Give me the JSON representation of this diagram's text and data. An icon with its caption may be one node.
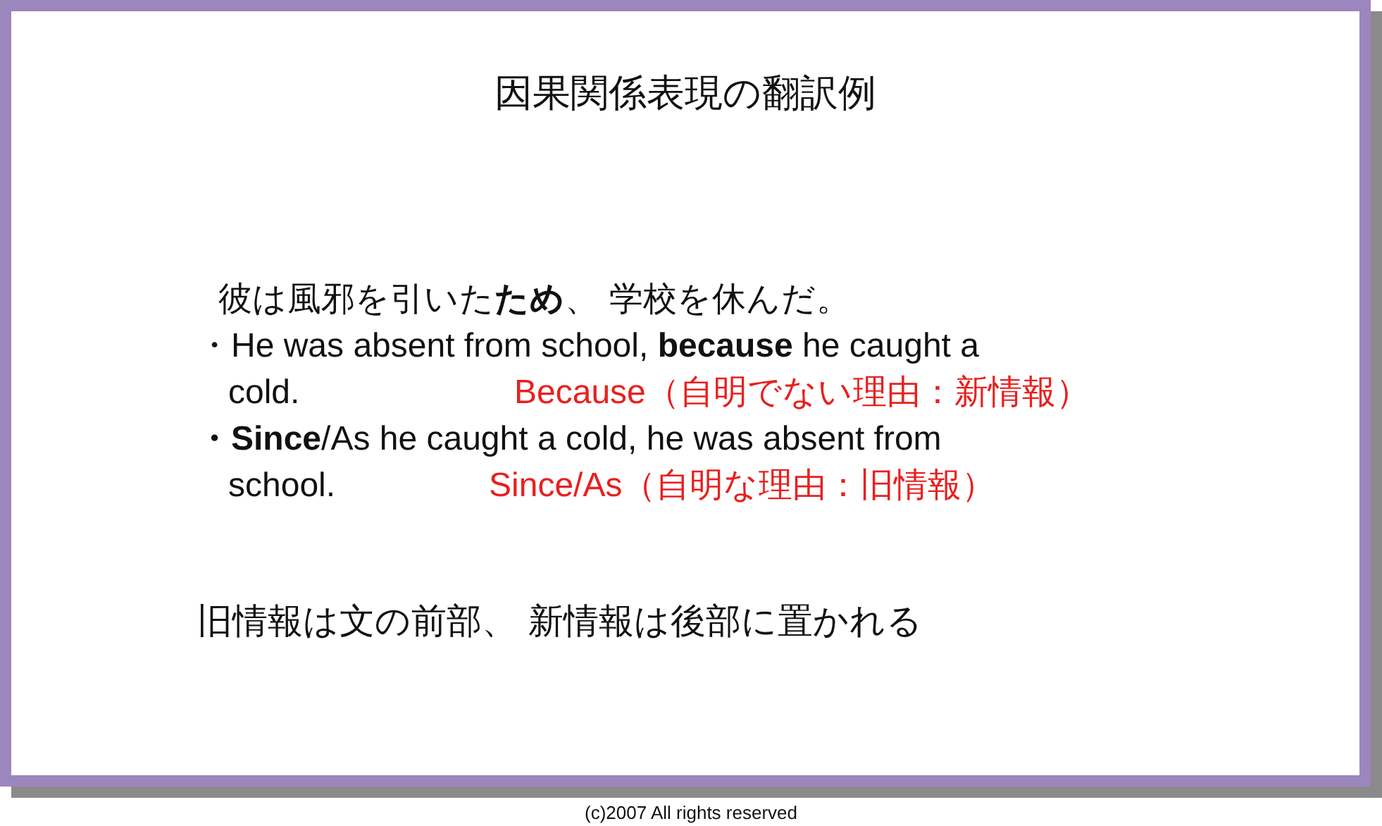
{
  "diagram": {
    "title": "因果関係表現の翻訳例",
    "labels": [
      "彼は風邪を引いた**ため**、 学校を休んだ。",
      "・He was absent from school, **because** he caught a cold.",
      "Because（自明でない理由：新情報）",
      "**・Since**/As he caught a cold, he was absent from school.",
      "Since/As（自明な理由：旧情報）",
      "旧情報は文の前部、 新情報は後部に置かれる",
      "(c)2007 All rights reserved"
    ]
  }
}
